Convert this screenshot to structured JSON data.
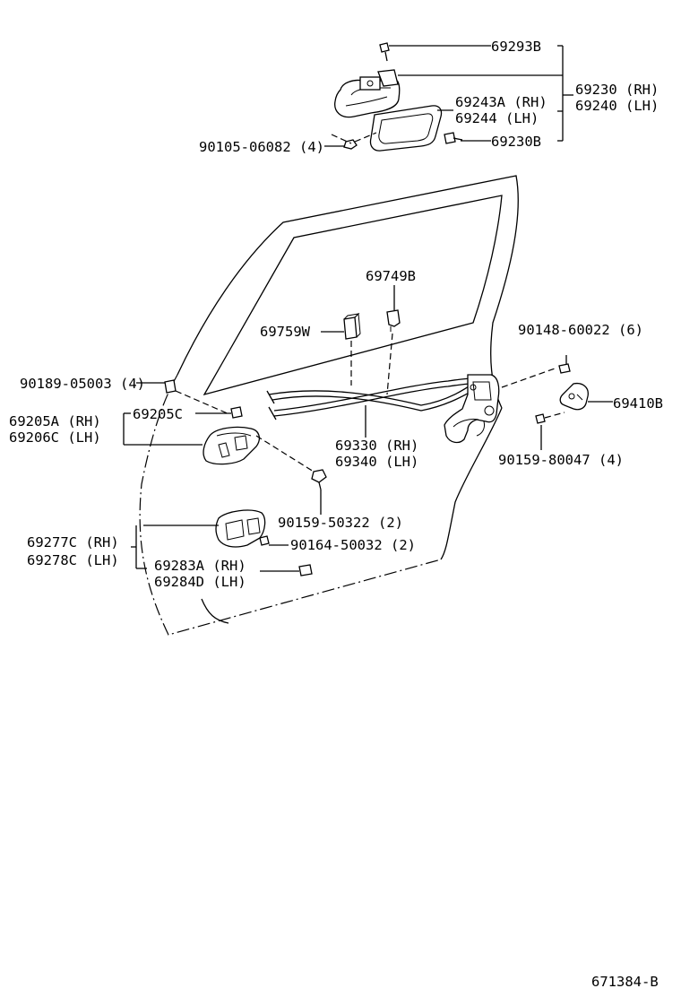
{
  "labels": {
    "p69293B": "69293B",
    "p69230_rh": "69230 (RH)",
    "p69240_lh": "69240 (LH)",
    "p69243A_rh": "69243A (RH)",
    "p69244_lh": "69244  (LH)",
    "p90105": "90105-06082 (4)",
    "p69230B": "69230B",
    "p69749B": "69749B",
    "p69759W": "69759W",
    "p90148": "90148-60022 (6)",
    "p90189": "90189-05003 (4)",
    "p69410B": "69410B",
    "p69205A_rh": "69205A (RH)",
    "p69206C_lh": "69206C (LH)",
    "p69205C": "69205C",
    "p69330_rh": "69330 (RH)",
    "p69340_lh": "69340 (LH)",
    "p90159_80047": "90159-80047 (4)",
    "p90159_50322": "90159-50322 (2)",
    "p69277C_rh": "69277C (RH)",
    "p69278C_lh": "69278C (LH)",
    "p90164": "90164-50032 (2)",
    "p69283A_rh": "69283A (RH)",
    "p69284D_lh": "69284D (LH)"
  },
  "figure_id": "671384-B"
}
